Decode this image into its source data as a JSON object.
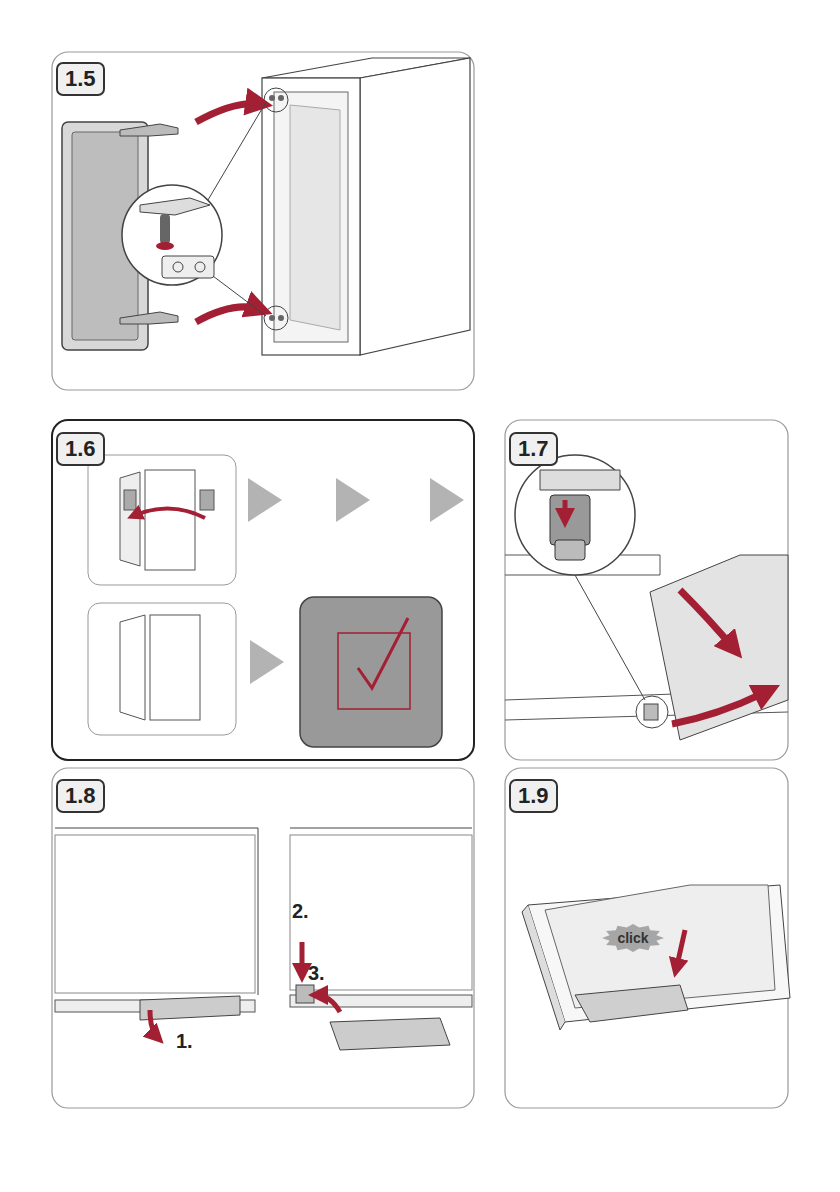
{
  "diagram": {
    "nodes": [
      {
        "text": [
          "1.5"
        ]
      },
      {
        "text": [
          "1.6"
        ]
      },
      {
        "text": [
          "1.7"
        ]
      },
      {
        "text": [
          "1.8"
        ]
      },
      {
        "text": [
          "1.9"
        ]
      },
      {
        "text": [
          "click"
        ]
      }
    ],
    "labels": [
      "2.",
      "3.",
      "1."
    ]
  }
}
